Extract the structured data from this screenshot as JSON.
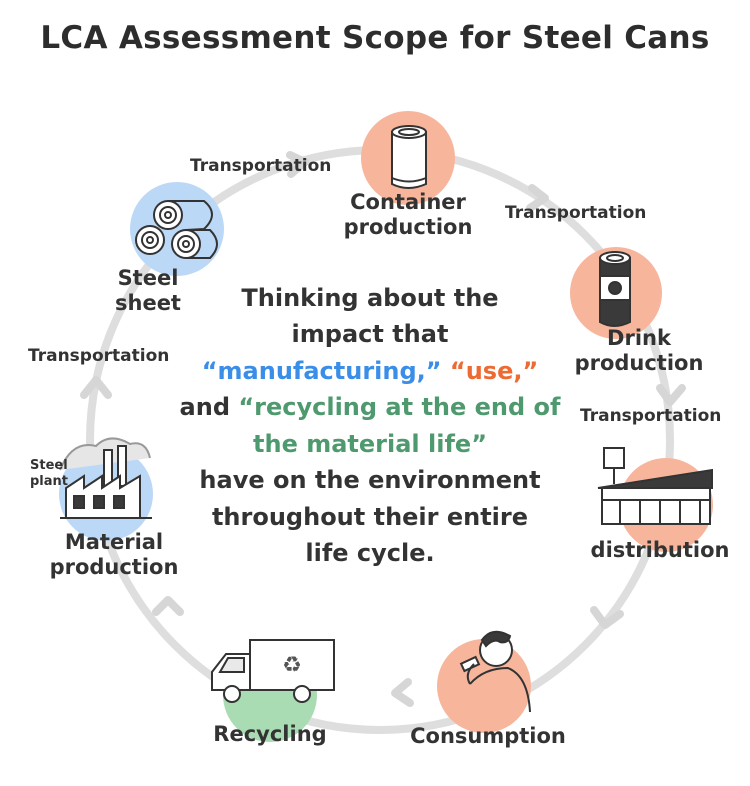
{
  "title": "LCA Assessment Scope for Steel Cans",
  "stages": {
    "container": "Container production",
    "container_line1": "Container",
    "container_line2": "production",
    "drink_line1": "Drink",
    "drink_line2": "production",
    "distribution": "distribution",
    "consumption": "Consumption",
    "recycling": "Recycling",
    "material_line1": "Material",
    "material_line2": "production",
    "sheet_line1": "Steel",
    "sheet_line2": "sheet"
  },
  "plant_label_line1": "Steel",
  "plant_label_line2": "plant",
  "transport": {
    "t1": "Transportation",
    "t2": "Transportation",
    "t3": "Transportation",
    "t4": "Transportation"
  },
  "center": {
    "line1": "Thinking about the",
    "line2": "impact that",
    "manufacturing": "“manufacturing,”",
    "use": "“use,”",
    "and": "and",
    "recycling_part1": "“recycling at the end of",
    "recycling_part2": "the material life”",
    "line5": "have on the environment",
    "line6": "throughout their entire",
    "line7": "life cycle."
  },
  "colors": {
    "blue_circle": "#bcd8f7",
    "orange_circle": "#f7b59c",
    "green_circle": "#a9dcb2",
    "ring": "#dedede",
    "accent_blue": "#3b8ee8",
    "accent_orange": "#ee6a33",
    "accent_green": "#4e9a6e"
  }
}
